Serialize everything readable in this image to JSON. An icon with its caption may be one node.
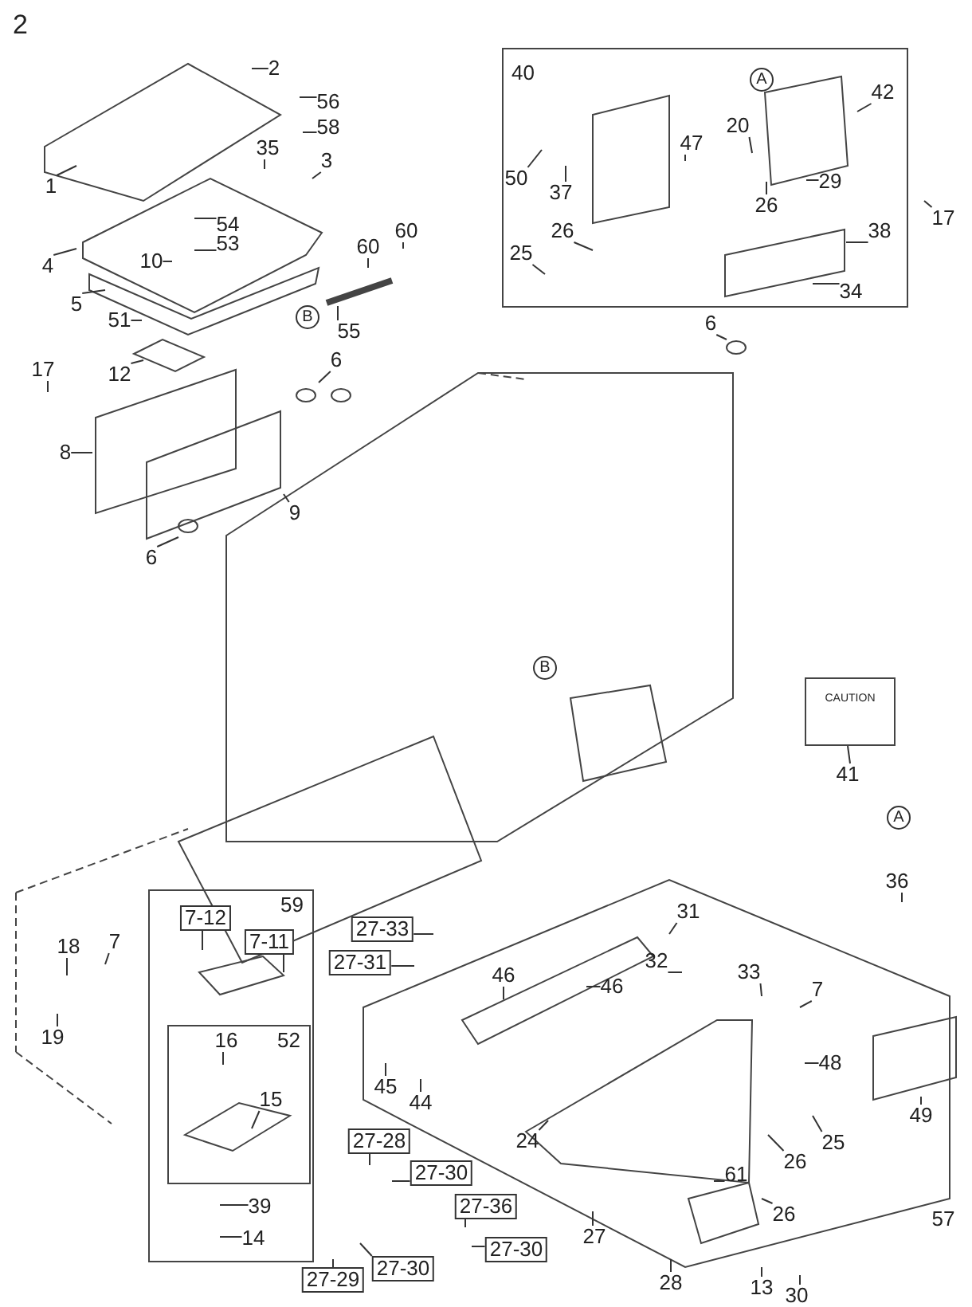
{
  "diagram": {
    "title": "2",
    "nodes": [
      {
        "text": [
          "2"
        ]
      },
      {
        "text": [
          "56"
        ]
      },
      {
        "text": [
          "58"
        ]
      },
      {
        "text": [
          "35"
        ]
      },
      {
        "text": [
          "3"
        ]
      },
      {
        "text": [
          "1"
        ]
      },
      {
        "text": [
          "54"
        ]
      },
      {
        "text": [
          "53"
        ]
      },
      {
        "text": [
          "60"
        ]
      },
      {
        "text": [
          "60"
        ]
      },
      {
        "text": [
          "10"
        ]
      },
      {
        "text": [
          "4"
        ]
      },
      {
        "text": [
          "5"
        ]
      },
      {
        "text": [
          "51"
        ]
      },
      {
        "text": [
          "55"
        ]
      },
      {
        "text": [
          "6"
        ]
      },
      {
        "text": [
          "17"
        ]
      },
      {
        "text": [
          "12"
        ]
      },
      {
        "text": [
          "8"
        ]
      },
      {
        "text": [
          "9"
        ]
      },
      {
        "text": [
          "6"
        ]
      },
      {
        "text": [
          "40"
        ]
      },
      {
        "text": [
          "42"
        ],
        "in": 21
      },
      {
        "text": [
          "20"
        ],
        "in": 21
      },
      {
        "text": [
          "47"
        ],
        "in": 21
      },
      {
        "text": [
          "50"
        ],
        "in": 21
      },
      {
        "text": [
          "37"
        ],
        "in": 21
      },
      {
        "text": [
          "29"
        ],
        "in": 21
      },
      {
        "text": [
          "26"
        ],
        "in": 21
      },
      {
        "text": [
          "26"
        ],
        "in": 21
      },
      {
        "text": [
          "25"
        ],
        "in": 21
      },
      {
        "text": [
          "38"
        ],
        "in": 21
      },
      {
        "text": [
          "34"
        ],
        "in": 21
      },
      {
        "text": [
          "17"
        ]
      },
      {
        "text": [
          "6"
        ]
      },
      {
        "text": [
          "41"
        ]
      },
      {
        "text": [
          "36"
        ]
      },
      {
        "text": [
          "59"
        ]
      },
      {
        "text": [
          "7-12"
        ],
        "in": 37
      },
      {
        "text": [
          "7-11"
        ],
        "in": 37
      },
      {
        "text": [
          "18"
        ]
      },
      {
        "text": [
          "7"
        ]
      },
      {
        "text": [
          "27-33"
        ]
      },
      {
        "text": [
          "31"
        ]
      },
      {
        "text": [
          "32"
        ]
      },
      {
        "text": [
          "27-31"
        ]
      },
      {
        "text": [
          "46"
        ]
      },
      {
        "text": [
          "33"
        ]
      },
      {
        "text": [
          "46"
        ]
      },
      {
        "text": [
          "7"
        ]
      },
      {
        "text": [
          "52"
        ],
        "in": 37
      },
      {
        "text": [
          "16"
        ],
        "in": 50
      },
      {
        "text": [
          "19"
        ]
      },
      {
        "text": [
          "48"
        ]
      },
      {
        "text": [
          "49"
        ]
      },
      {
        "text": [
          "45"
        ]
      },
      {
        "text": [
          "15"
        ],
        "in": 50
      },
      {
        "text": [
          "44"
        ]
      },
      {
        "text": [
          "24"
        ]
      },
      {
        "text": [
          "27-28"
        ]
      },
      {
        "text": [
          "25"
        ]
      },
      {
        "text": [
          "26"
        ]
      },
      {
        "text": [
          "61"
        ]
      },
      {
        "text": [
          "27-30"
        ]
      },
      {
        "text": [
          "39"
        ],
        "in": 37
      },
      {
        "text": [
          "27-36"
        ]
      },
      {
        "text": [
          "26"
        ]
      },
      {
        "text": [
          "27"
        ]
      },
      {
        "text": [
          "14"
        ],
        "in": 37
      },
      {
        "text": [
          "27-30"
        ]
      },
      {
        "text": [
          "27-30"
        ]
      },
      {
        "text": [
          "28"
        ]
      },
      {
        "text": [
          "27-29"
        ]
      },
      {
        "text": [
          "13"
        ]
      },
      {
        "text": [
          "30"
        ]
      },
      {
        "text": [
          "CAUTION"
        ]
      }
    ],
    "edges": [
      {
        "from": 0,
        "to": null,
        "arrow": "none"
      },
      {
        "from": 1,
        "to": null,
        "arrow": "none"
      },
      {
        "from": 2,
        "to": null,
        "arrow": "none"
      },
      {
        "from": 3,
        "to": null,
        "arrow": "none"
      },
      {
        "from": 4,
        "to": null,
        "arrow": "none"
      },
      {
        "from": 5,
        "to": null,
        "arrow": "none"
      },
      {
        "from": 6,
        "to": null,
        "arrow": "none"
      },
      {
        "from": 7,
        "to": null,
        "arrow": "none"
      },
      {
        "from": 8,
        "to": null,
        "arrow": "none"
      },
      {
        "from": 9,
        "to": null,
        "arrow": "none"
      },
      {
        "from": 10,
        "to": null,
        "arrow": "none"
      },
      {
        "from": 11,
        "to": null,
        "arrow": "none"
      },
      {
        "from": 12,
        "to": null,
        "arrow": "none"
      },
      {
        "from": 13,
        "to": null,
        "arrow": "none"
      },
      {
        "from": 14,
        "to": null,
        "arrow": "none"
      },
      {
        "from": 15,
        "to": null,
        "arrow": "none"
      },
      {
        "from": 16,
        "to": null,
        "arrow": "none"
      },
      {
        "from": 17,
        "to": null,
        "arrow": "none"
      },
      {
        "from": 18,
        "to": null,
        "arrow": "none"
      },
      {
        "from": 19,
        "to": null,
        "arrow": "none"
      },
      {
        "from": 20,
        "to": null,
        "arrow": "none"
      },
      {
        "from": 22,
        "to": null,
        "arrow": "none"
      },
      {
        "from": 23,
        "to": null,
        "arrow": "none"
      },
      {
        "from": 24,
        "to": null,
        "arrow": "none"
      },
      {
        "from": 25,
        "to": null,
        "arrow": "none"
      },
      {
        "from": 26,
        "to": null,
        "arrow": "none"
      },
      {
        "from": 27,
        "to": null,
        "arrow": "none"
      },
      {
        "from": 28,
        "to": null,
        "arrow": "none"
      },
      {
        "from": 29,
        "to": null,
        "arrow": "none"
      },
      {
        "from": 30,
        "to": null,
        "arrow": "none"
      },
      {
        "from": 31,
        "to": null,
        "arrow": "none"
      },
      {
        "from": 32,
        "to": null,
        "arrow": "none"
      },
      {
        "from": 33,
        "to": null,
        "arrow": "none"
      },
      {
        "from": 34,
        "to": null,
        "arrow": "none"
      },
      {
        "from": 35,
        "to": 75,
        "arrow": "none"
      },
      {
        "from": 36,
        "to": null,
        "arrow": "none"
      },
      {
        "from": 38,
        "to": null,
        "arrow": "none"
      },
      {
        "from": 39,
        "to": null,
        "arrow": "none"
      },
      {
        "from": 40,
        "to": null,
        "arrow": "none"
      },
      {
        "from": 41,
        "to": null,
        "arrow": "none"
      },
      {
        "from": 42,
        "to": null,
        "arrow": "none"
      },
      {
        "from": 43,
        "to": null,
        "arrow": "none"
      },
      {
        "from": 44,
        "to": null,
        "arrow": "none"
      },
      {
        "from": 45,
        "to": null,
        "arrow": "none"
      },
      {
        "from": 46,
        "to": null,
        "arrow": "none"
      },
      {
        "from": 47,
        "to": null,
        "arrow": "none"
      },
      {
        "from": 48,
        "to": null,
        "arrow": "none"
      },
      {
        "from": 49,
        "to": null,
        "arrow": "none"
      },
      {
        "from": 51,
        "to": null,
        "arrow": "none"
      },
      {
        "from": 52,
        "to": null,
        "arrow": "none"
      },
      {
        "from": 53,
        "to": null,
        "arrow": "none"
      },
      {
        "from": 54,
        "to": null,
        "arrow": "none"
      },
      {
        "from": 55,
        "to": null,
        "arrow": "none"
      },
      {
        "from": 56,
        "to": null,
        "arrow": "none"
      },
      {
        "from": 57,
        "to": null,
        "arrow": "none"
      },
      {
        "from": 58,
        "to": null,
        "arrow": "none"
      },
      {
        "from": 59,
        "to": null,
        "arrow": "none"
      },
      {
        "from": 60,
        "to": null,
        "arrow": "none"
      },
      {
        "from": 61,
        "to": null,
        "arrow": "none"
      },
      {
        "from": 62,
        "to": null,
        "arrow": "none"
      },
      {
        "from": 63,
        "to": null,
        "arrow": "none"
      },
      {
        "from": 64,
        "to": null,
        "arrow": "none"
      },
      {
        "from": 65,
        "to": null,
        "arrow": "none"
      },
      {
        "from": 66,
        "to": null,
        "arrow": "none"
      },
      {
        "from": 67,
        "to": null,
        "arrow": "none"
      },
      {
        "from": 68,
        "to": null,
        "arrow": "none"
      },
      {
        "from": 69,
        "to": null,
        "arrow": "none"
      },
      {
        "from": 70,
        "to": null,
        "arrow": "none"
      },
      {
        "from": 71,
        "to": null,
        "arrow": "none"
      },
      {
        "from": 72,
        "to": null,
        "arrow": "none"
      },
      {
        "from": 73,
        "to": null,
        "arrow": "none"
      },
      {
        "from": 74,
        "to": null,
        "arrow": "none"
      }
    ],
    "labels": [
      "A",
      "B",
      "B",
      "A",
      "57"
    ]
  }
}
